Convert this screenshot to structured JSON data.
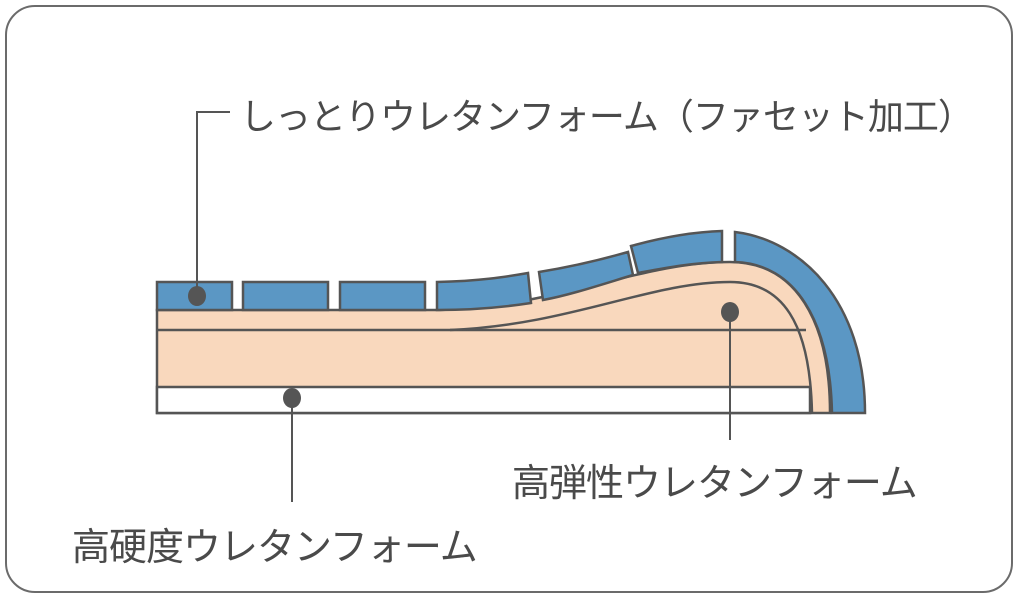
{
  "labels": {
    "top_layer": "しっとりウレタンフォーム（ファセット加工）",
    "middle_layer": "高弾性ウレタンフォーム",
    "bottom_layer": "高硬度ウレタンフォーム"
  },
  "colors": {
    "blue": "#5b97c4",
    "peach": "#f9d8bd",
    "stroke": "#555555",
    "text": "#4a4a4a"
  }
}
